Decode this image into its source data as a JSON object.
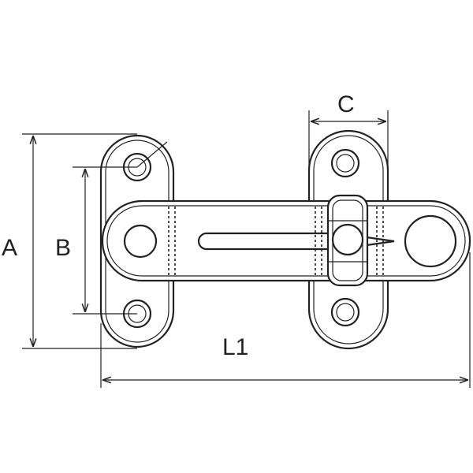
{
  "dimensions": {
    "a_label": "A",
    "b_label": "B",
    "c_label": "C",
    "l1_label": "L1"
  },
  "colors": {
    "line": "#222222",
    "background": "#ffffff"
  }
}
